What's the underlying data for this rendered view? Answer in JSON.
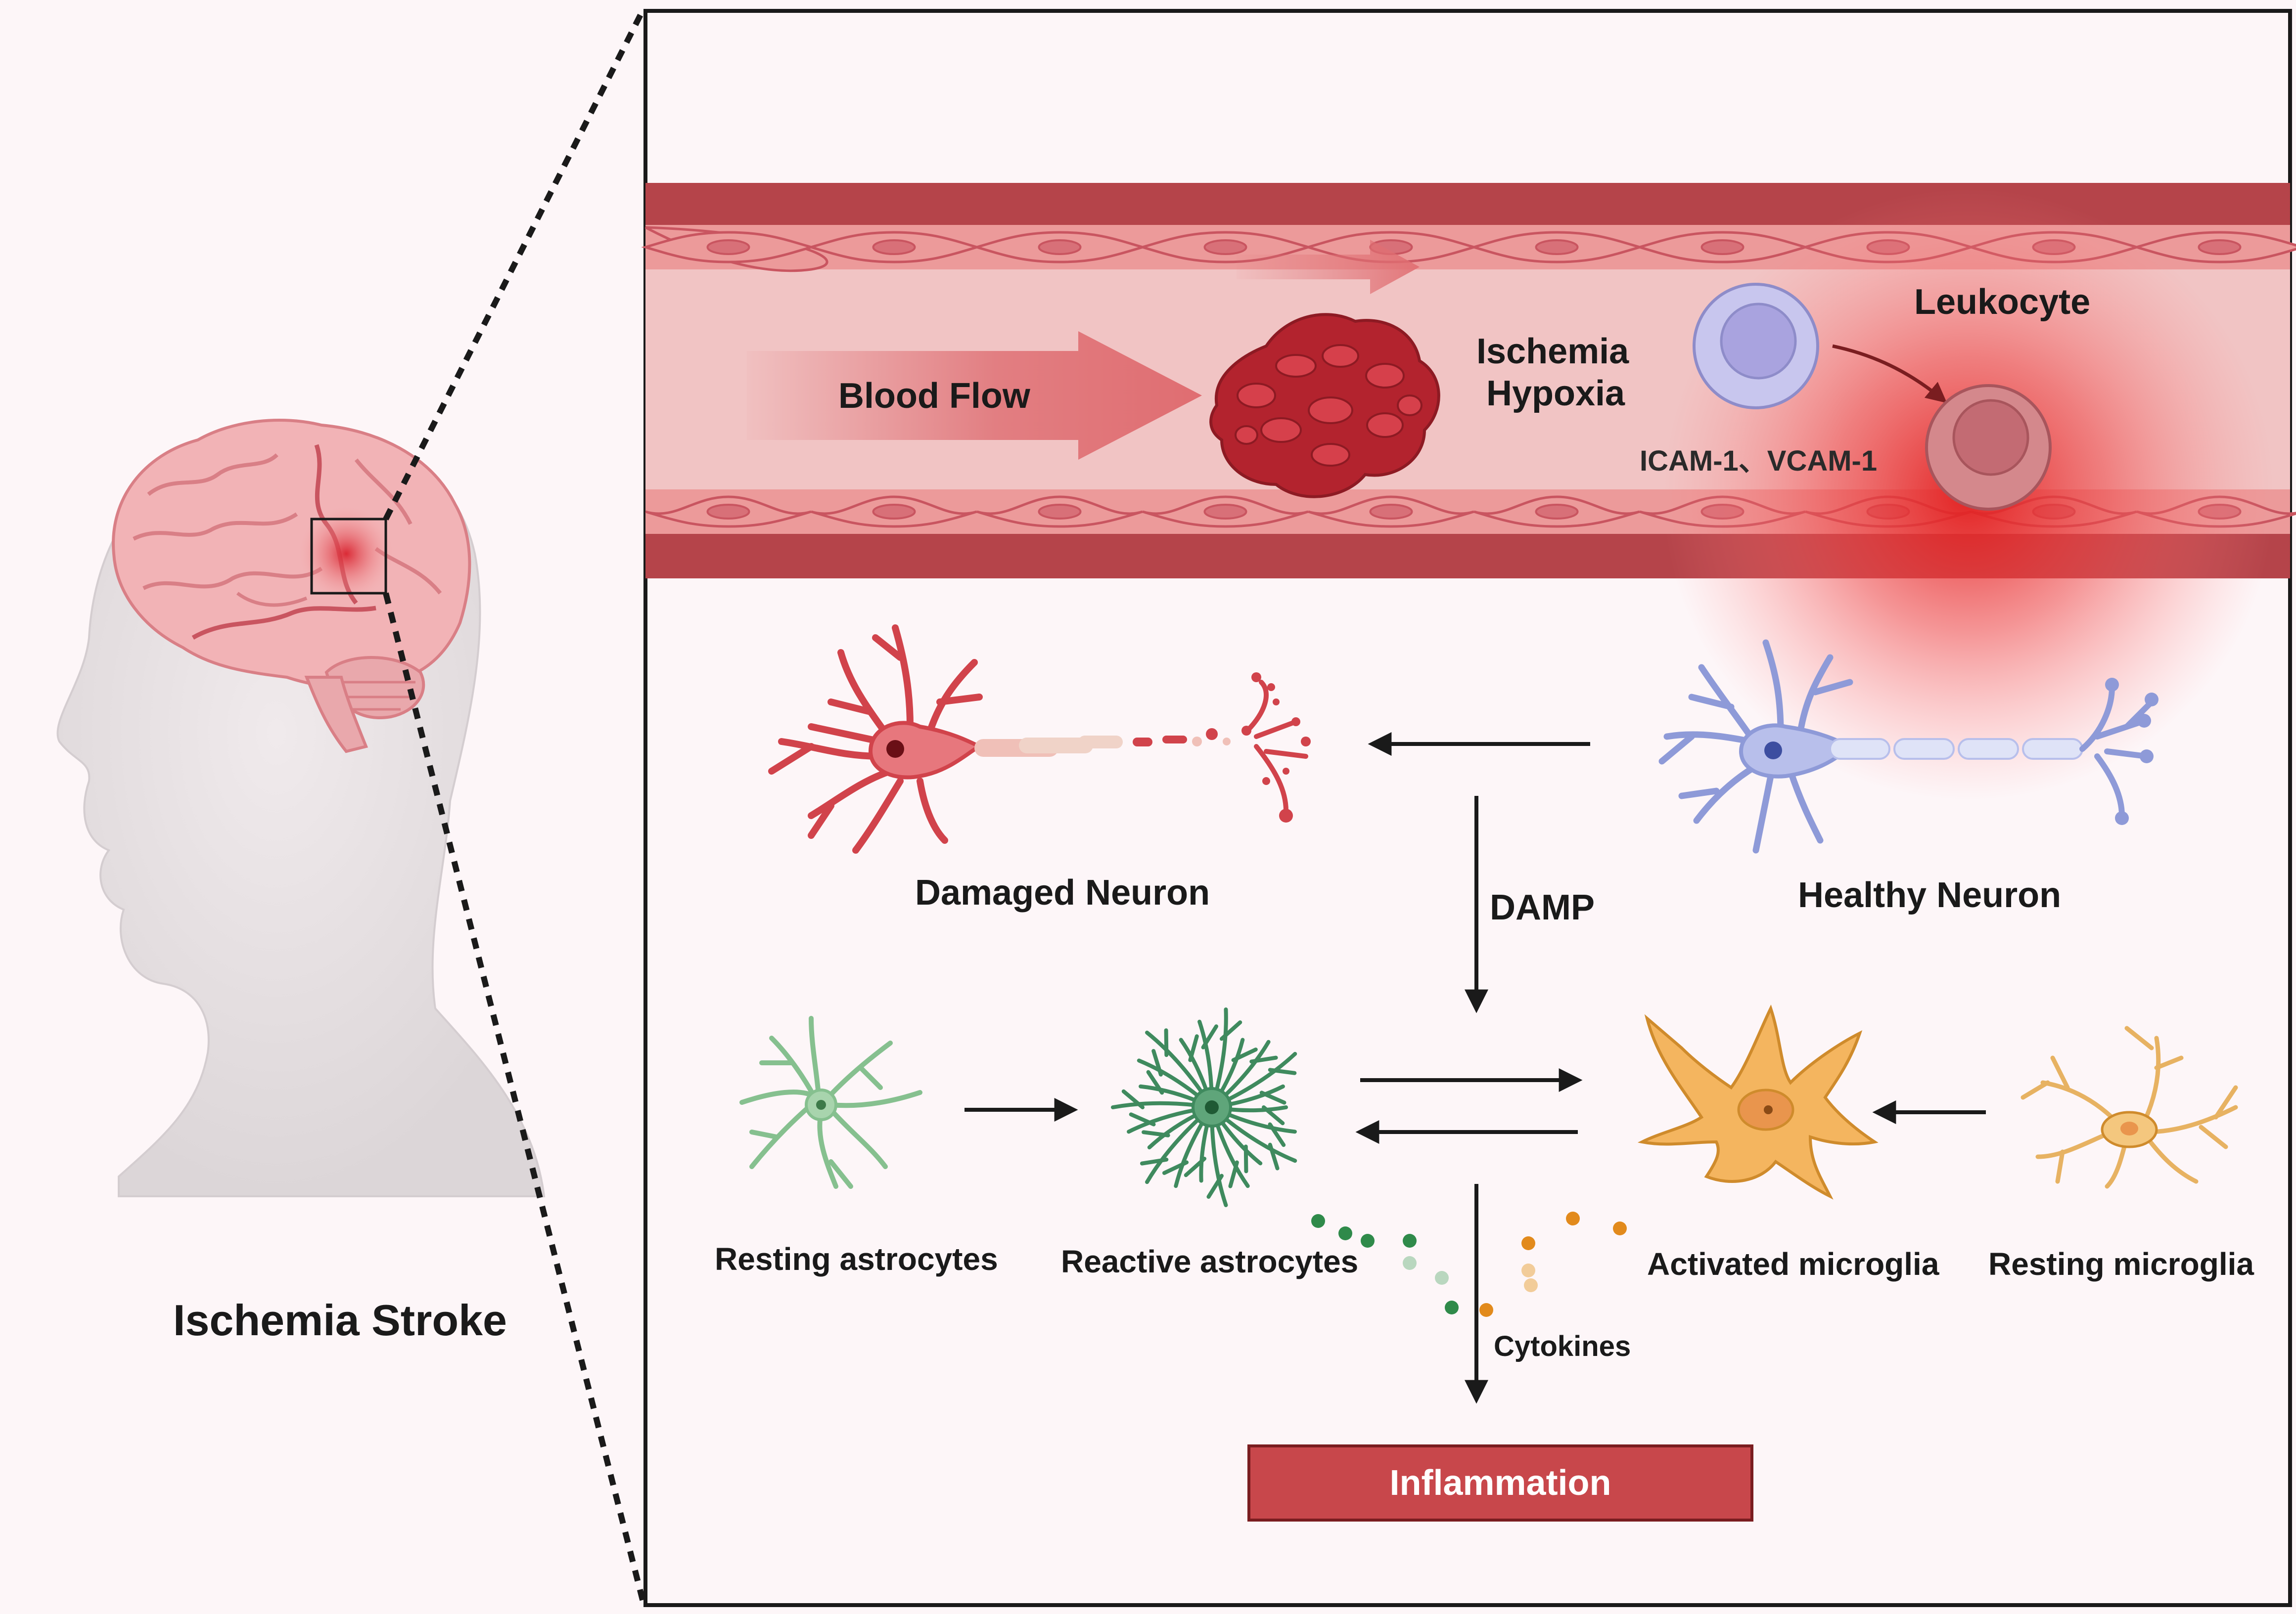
{
  "left_panel": {
    "title": "Ischemia  Stroke"
  },
  "vessel": {
    "blood_flow_label": "Blood Flow",
    "ischemia_label_line1": "Ischemia",
    "ischemia_label_line2": "Hypoxia",
    "leukocyte_label": "Leukocyte",
    "adhesion_label": "ICAM-1、VCAM-1"
  },
  "neurons": {
    "damaged_label": "Damaged  Neuron",
    "healthy_label": "Healthy  Neuron",
    "damp_label": "DAMP"
  },
  "glia": {
    "resting_astro_label": "Resting astrocytes",
    "reactive_astro_label": "Reactive astrocytes",
    "activated_micro_label": "Activated microglia",
    "resting_micro_label": "Resting microglia",
    "cytokines_label": "Cytokines"
  },
  "outcome": {
    "inflammation_label": "Inflammation"
  },
  "colors": {
    "vessel_wall": "#b5444a",
    "vessel_lumen": "#f1c4c4",
    "endothelium": "#ec9a9a",
    "clot": "#b3232e",
    "damaged_neuron": "#d1434b",
    "healthy_neuron": "#8e9ad8",
    "astrocyte_resting": "#86c08f",
    "astrocyte_reactive": "#3f8a5e",
    "microglia_activated": "#f4b55f",
    "microglia_resting": "#e7b262",
    "inflammation_box": "#c8474b"
  }
}
